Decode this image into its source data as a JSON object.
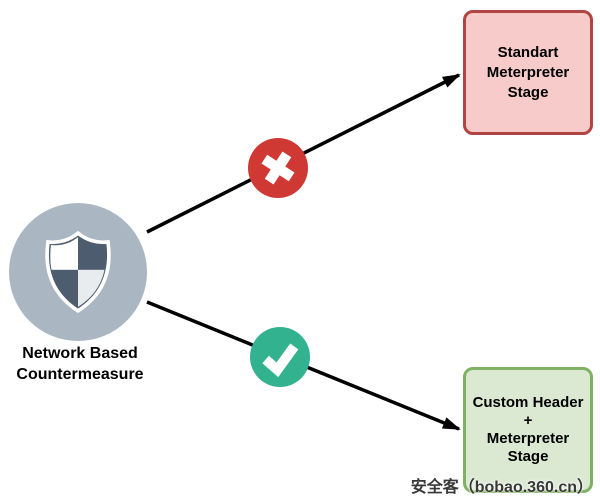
{
  "source": {
    "icon": "shield-icon",
    "label_lines": [
      "Network Based",
      "Countermeasure"
    ]
  },
  "blocked": {
    "badge_icon": "x-cross-icon",
    "box_lines": [
      "Standart",
      "Meterpreter",
      "Stage"
    ]
  },
  "allowed": {
    "badge_icon": "checkmark-icon",
    "box_lines": [
      "Custom Header",
      "+",
      "Meterpreter",
      "Stage"
    ]
  },
  "watermark": "安全客（bobao.360.cn）",
  "colors": {
    "circle_fill": "#aab7c3",
    "shield_dark": "#4d5c6e",
    "shield_light": "#e9ecef",
    "badge_red": "#cf3833",
    "badge_green": "#32b28e",
    "box_red_fill": "#f6cbca",
    "box_red_border": "#b04541",
    "box_green_fill": "#dbe9d3",
    "box_green_border": "#7fb163",
    "arrow": "#000000",
    "watermark_text": "#383838"
  }
}
